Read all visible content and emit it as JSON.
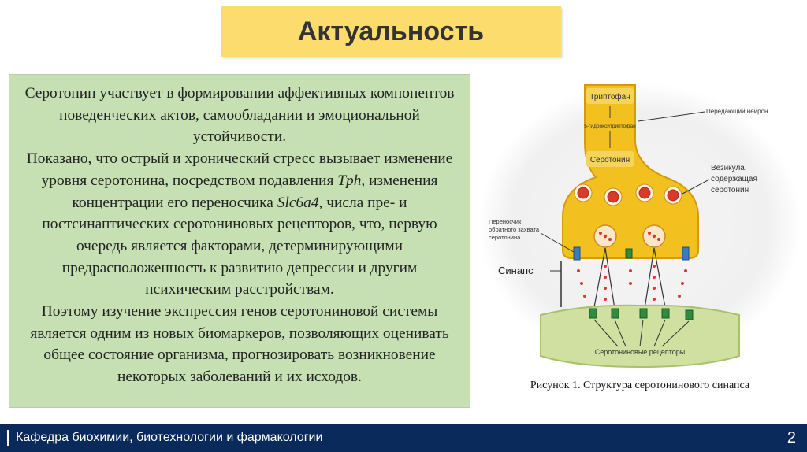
{
  "title": "Актуальность",
  "body": {
    "p1": "Серотонин участвует в формировании аффективных компонентов поведенческих актов, самообладании и эмоциональной устойчивости.",
    "p2_a": "Показано, что острый и хронический стресс вызывает изменение уровня серотонина, посредством подавления ",
    "p2_tph": "Tph",
    "p2_b": ", изменения концентрации его переносчика ",
    "p2_slc": "Slc6a4",
    "p2_c": ", числа пре- и постсинаптических серотониновых рецепторов, что, первую очередь является факторами, детерминирующими предрасположенность к развитию депрессии и другим психическим расстройствам.",
    "p3": "Поэтому изучение экспрессия генов серотониновой системы является одним из новых биомаркеров, позволяющих оценивать общее состояние организма, прогнозировать возникновение некоторых заболеваний и их исходов."
  },
  "diagram": {
    "tryptophan": "Триптофан",
    "hydroxy": "5-гидрокситриптофан",
    "neuron": "Передающий нейрон",
    "serotonin": "Серотонин",
    "vesicle_1": "Везикула,",
    "vesicle_2": "содержащая",
    "vesicle_3": "серотонин",
    "transporter_1": "Переносчик",
    "transporter_2": "обратного захвата",
    "transporter_3": "серотонина",
    "synapse": "Синапс",
    "receptors": "Серотониновые рецепторы"
  },
  "caption": "Рисунок 1. Структура серотонинового синапса",
  "footer": {
    "department": "Кафедра биохимии, биотехнологии и фармакологии",
    "page_number": "2"
  },
  "colors": {
    "title_bg": "#fddc6e",
    "text_bg": "#c6e0b4",
    "footer_bg": "#0a2a5c",
    "neuron_fill": "#f2c11f",
    "membrane_fill": "#cfe0a0"
  }
}
